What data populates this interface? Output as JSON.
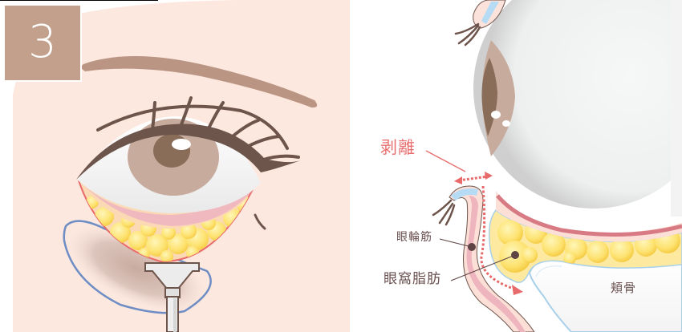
{
  "figure": {
    "step_badge": {
      "number": "3",
      "color": "#c3a08c"
    },
    "left_panel": {
      "description": "Front view of eye with lower eyelid retracted exposing orbital fat",
      "colors": {
        "skin": "#fde8df",
        "eyebrow": "#bb9584",
        "eyelash": "#6e554c",
        "iris": "#c7ab9d",
        "pupil": "#8a6d58",
        "conjunctiva": "#f0b9c0",
        "fat": "#fde270",
        "retractor": "#e8e8e8",
        "retractor_outline": "#6e554c",
        "cheek_outline": "#6d8dc4"
      }
    },
    "right_panel": {
      "description": "Cross-section of eye socket showing dissection path",
      "labels": {
        "peel": "剥離",
        "orbicularis_muscle": "眼輪筋",
        "orbital_fat": "眼窩脂肪",
        "cheekbone": "頬骨"
      },
      "colors": {
        "peel_label": "#e87070",
        "anatomy_label": "#6a5050",
        "eyeball": "#f3f4f4",
        "iris": "#c7ab9d",
        "pupil": "#8a6d58",
        "muscle": "#eeb5be",
        "fat": "#fde270",
        "bone_outline": "#a9d0ea",
        "arrow": "#e86a6a",
        "leader_dot": "#5e4444"
      }
    }
  }
}
